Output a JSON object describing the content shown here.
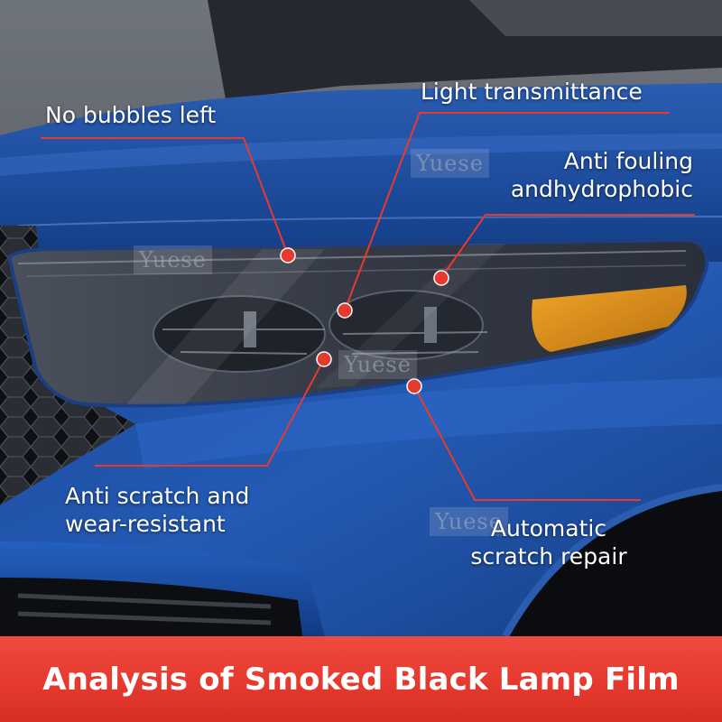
{
  "callouts": {
    "no_bubbles": "No bubbles left",
    "light_transmittance": "Light transmittance",
    "anti_fouling": "Anti fouling\nandhydrophobic",
    "anti_scratch": "Anti scratch and\nwear-resistant",
    "auto_repair": "Automatic\nscratch repair"
  },
  "watermark": "Yuese",
  "banner_title": "Analysis of Smoked Black Lamp Film",
  "colors": {
    "accent_red": "#e8392e",
    "car_blue": "#1c4e9e",
    "lamp_smoke": "#2e3440",
    "indicator_amber": "#d98b16",
    "banner_red": "#e5392e"
  }
}
